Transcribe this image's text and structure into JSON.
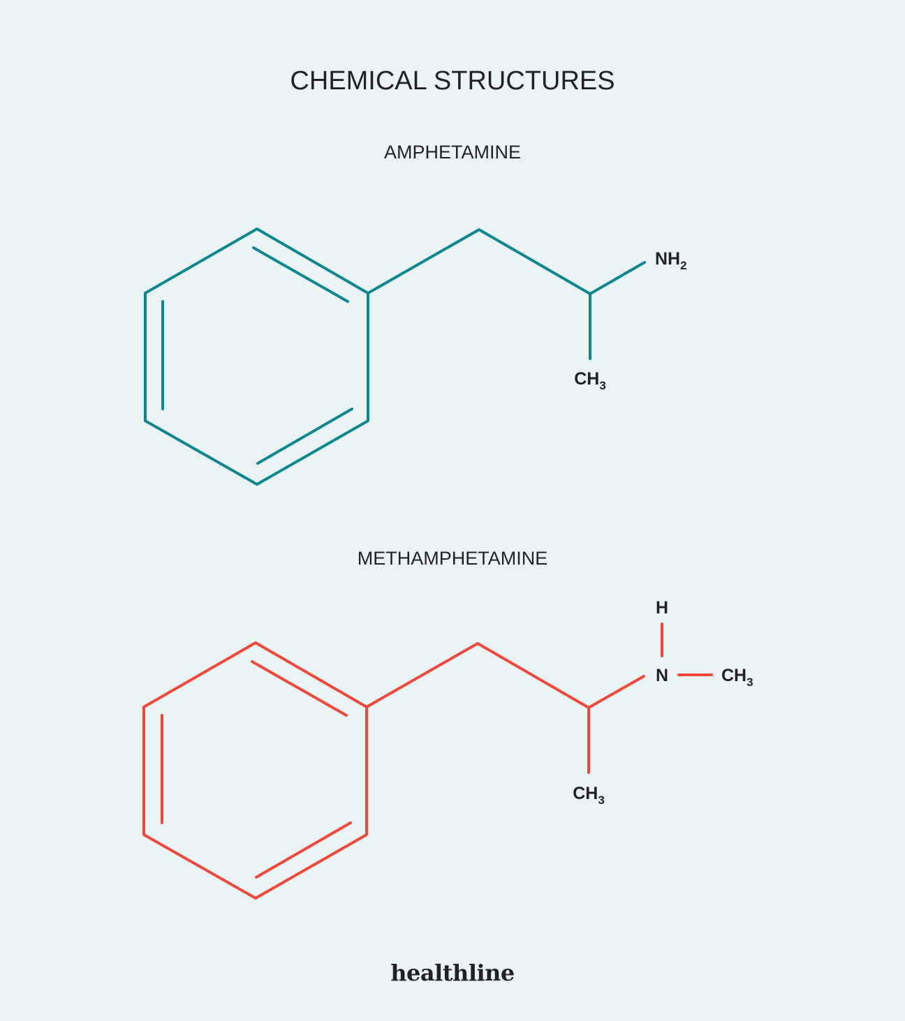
{
  "title": "CHEMICAL STRUCTURES",
  "colors": {
    "background": "#ebf4f5",
    "text": "#1f2324",
    "amphetamine": "#0f8790",
    "methamphetamine": "#f2483c"
  },
  "amphetamine": {
    "name": "AMPHETAMINE",
    "amine_group": "NH",
    "amine_subscript": "2",
    "methyl_group": "CH",
    "methyl_subscript": "3"
  },
  "methamphetamine": {
    "name": "METHAMPHETAMINE",
    "hydrogen": "H",
    "nitrogen": "N",
    "n_methyl_group": "CH",
    "n_methyl_subscript": "3",
    "methyl_group": "CH",
    "methyl_subscript": "3"
  },
  "brand": "healthline"
}
